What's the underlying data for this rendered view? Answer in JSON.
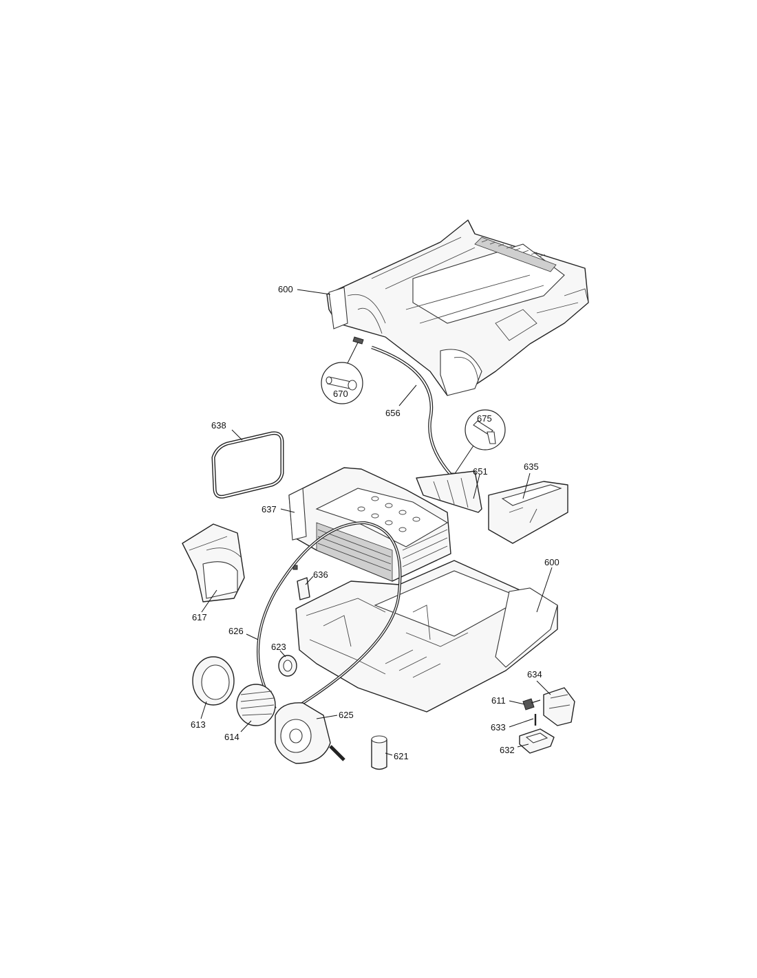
{
  "labels": {
    "p600_top": "600",
    "p670": "670",
    "p656": "656",
    "p675": "675",
    "p638": "638",
    "p651": "651",
    "p635": "635",
    "p637": "637",
    "p600_bottom": "600",
    "p636": "636",
    "p617": "617",
    "p626": "626",
    "p623": "623",
    "p634": "634",
    "p611": "611",
    "p613": "613",
    "p614": "614",
    "p625": "625",
    "p633": "633",
    "p621": "621",
    "p632": "632"
  }
}
